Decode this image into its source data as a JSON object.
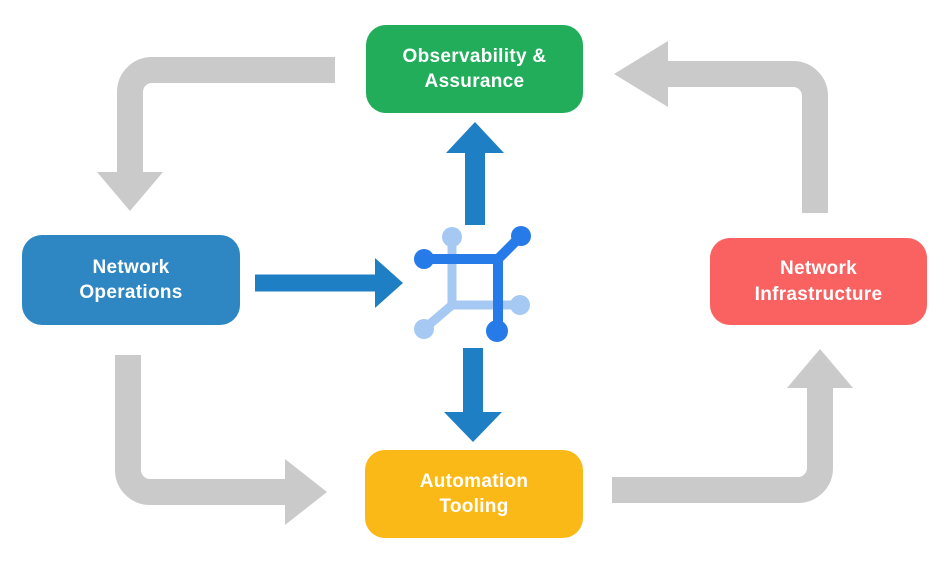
{
  "background": "#ffffff",
  "colors": {
    "green": "#22AD5B",
    "blue": "#2E86C3",
    "red": "#F96261",
    "yellow": "#FBB917",
    "arrow_blue": "#1F7FC4",
    "arrow_gray": "#CACACA",
    "icon_dark_blue": "#267BE8",
    "icon_light_blue": "#A5C9F2",
    "label_text": "#FFFFFF"
  },
  "nodes": {
    "observability": {
      "label": "Observability &\nAssurance"
    },
    "operations": {
      "label": "Network\nOperations"
    },
    "infrastructure": {
      "label": "Network\nInfrastructure"
    },
    "automation": {
      "label": "Automation\nTooling"
    }
  }
}
